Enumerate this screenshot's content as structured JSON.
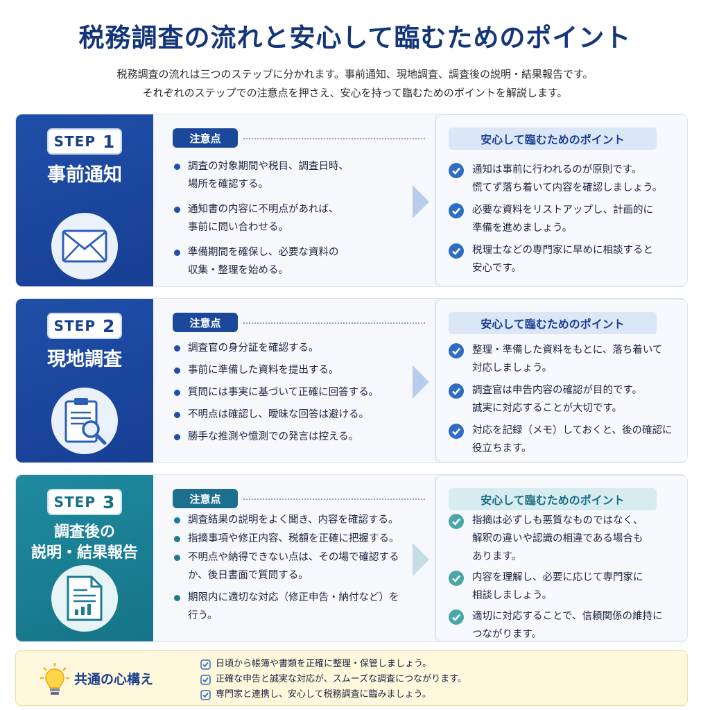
{
  "title": "税務調査の流れと安心して臨むためのポイント",
  "intro": [
    "税務調査の流れは三つのステップに分かれます。事前通知、現地調査、調査後の説明・結果報告です。",
    "それぞれのステップでの注意点を押さえ、安心を持って臨むためのポイントを解説します。"
  ],
  "notes_label": "注意点",
  "points_label": "安心して臨むためのポイント",
  "steps": [
    {
      "step_word": "STEP",
      "number": "1",
      "name": [
        "事前通知"
      ],
      "icon": "envelope-icon",
      "notes": [
        [
          "調査の対象期間や税目、調査日時、",
          "場所を確認する。"
        ],
        [
          "通知書の内容に不明点があれば、",
          "事前に問い合わせる。"
        ],
        [
          "準備期間を確保し、必要な資料の",
          "収集・整理を始める。"
        ]
      ],
      "points": [
        [
          "通知は事前に行われるのが原則です。",
          "慌てず落ち着いて内容を確認しましょう。"
        ],
        [
          "必要な資料をリストアップし、計画的に",
          "準備を進めましょう。"
        ],
        [
          "税理士などの専門家に早めに相談すると",
          "安心です。"
        ]
      ]
    },
    {
      "step_word": "STEP",
      "number": "2",
      "name": [
        "現地調査"
      ],
      "icon": "clipboard-magnifier-icon",
      "notes": [
        [
          "調査官の身分証を確認する。"
        ],
        [
          "事前に準備した資料を提出する。"
        ],
        [
          "質問には事実に基づいて正確に回答する。"
        ],
        [
          "不明点は確認し、曖昧な回答は避ける。"
        ],
        [
          "勝手な推測や憶測での発言は控える。"
        ]
      ],
      "points": [
        [
          "整理・準備した資料をもとに、落ち着いて",
          "対応しましょう。"
        ],
        [
          "調査官は申告内容の確認が目的です。",
          "誠実に対応することが大切です。"
        ],
        [
          "対応を記録（メモ）しておくと、後の確認に",
          "役立ちます。"
        ]
      ]
    },
    {
      "step_word": "STEP",
      "number": "3",
      "name": [
        "調査後の",
        "説明・結果報告"
      ],
      "icon": "report-document-icon",
      "notes": [
        [
          "調査結果の説明をよく聞き、内容を確認する。"
        ],
        [
          "指摘事項や修正内容、税額を正確に把握する。"
        ],
        [
          "不明点や納得できない点は、その場で確認する",
          "か、後日書面で質問する。"
        ],
        [
          "期限内に適切な対応（修正申告・納付など）を",
          "行う。"
        ]
      ],
      "points": [
        [
          "指摘は必ずしも悪質なものではなく、",
          "解釈の違いや認識の相違である場合も",
          "あります。"
        ],
        [
          "内容を理解し、必要に応じて専門家に",
          "相談しましょう。"
        ],
        [
          "適切に対応することで、信頼関係の維持に",
          "つながります。"
        ]
      ]
    }
  ],
  "common": {
    "label": "共通の心構え",
    "icon": "lightbulb-icon",
    "items": [
      "日頃から帳簿や書類を正確に整理・保管しましょう。",
      "正確な申告と誠実な対応が、スムーズな調査につながります。",
      "専門家と連携し、安心して税務調査に臨みましょう。"
    ]
  },
  "colors": {
    "navy": "#1f4fa8",
    "teal": "#1f8aa0",
    "title": "#14357a",
    "check_blue": "#2f6cc4",
    "check_teal": "#4aa7a9",
    "common_bg": "#fff8dc"
  }
}
